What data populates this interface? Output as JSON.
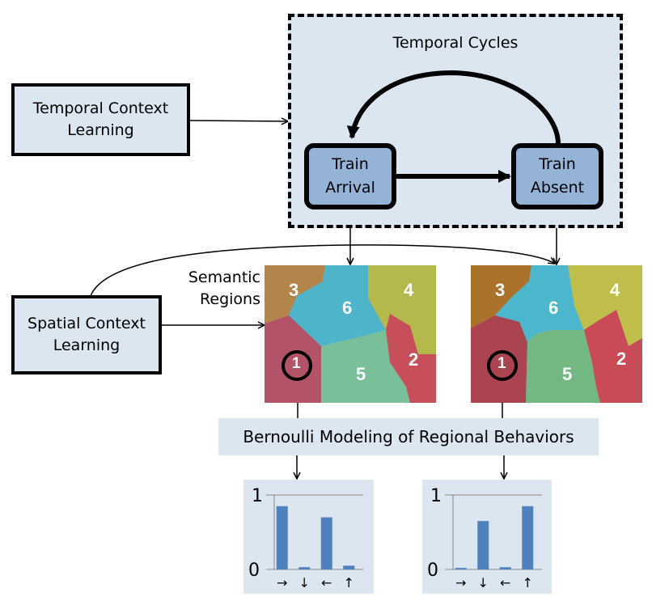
{
  "temporal_context": {
    "label_line1": "Temporal Context",
    "label_line2": "Learning"
  },
  "spatial_context": {
    "label_line1": "Spatial Context",
    "label_line2": "Learning"
  },
  "temporal_cycles": {
    "title": "Temporal Cycles",
    "states": [
      {
        "line1": "Train",
        "line2": "Arrival"
      },
      {
        "line1": "Train",
        "line2": "Absent"
      }
    ]
  },
  "semantic_regions": {
    "line1": "Semantic",
    "line2": "Regions"
  },
  "scenes": [
    {
      "name": "train-arrival-scene",
      "region_numbers": [
        "1",
        "2",
        "3",
        "4",
        "5",
        "6"
      ],
      "highlighted_region": "1"
    },
    {
      "name": "train-absent-scene",
      "region_numbers": [
        "1",
        "2",
        "3",
        "4",
        "5",
        "6"
      ],
      "highlighted_region": "1"
    }
  ],
  "region_colors": {
    "r1": "#b0485a",
    "r2": "#c8404a",
    "r3": "#b07a30",
    "r4": "#b8b830",
    "r5": "#6cc090",
    "r6": "#30b8d0"
  },
  "bernoulli": {
    "label": "Bernoulli Modeling of Regional Behaviors"
  },
  "chart_data": [
    {
      "type": "bar",
      "title": "",
      "categories": [
        "→",
        "↓",
        "←",
        "↑"
      ],
      "values": [
        0.85,
        0.03,
        0.7,
        0.05
      ],
      "ylim": [
        0,
        1
      ],
      "ytick_labels": [
        "0",
        "1"
      ],
      "xlabel": "",
      "ylabel": "",
      "bar_color": "#4f81bd",
      "grid": true
    },
    {
      "type": "bar",
      "title": "",
      "categories": [
        "→",
        "↓",
        "←",
        "↑"
      ],
      "values": [
        0.02,
        0.65,
        0.03,
        0.85
      ],
      "ylim": [
        0,
        1
      ],
      "ytick_labels": [
        "0",
        "1"
      ],
      "xlabel": "",
      "ylabel": "",
      "bar_color": "#4f81bd",
      "grid": true
    }
  ]
}
